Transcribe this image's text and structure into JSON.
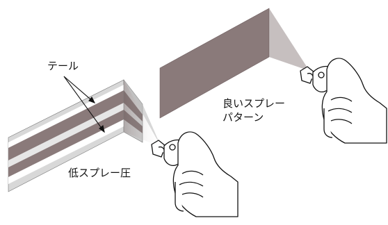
{
  "labels": {
    "tails": "テール",
    "low_pressure": "低スプレー圧",
    "good_pattern_line1": "良いスプレー",
    "good_pattern_line2": "パターン"
  },
  "colors": {
    "paint": "#8a7a7a",
    "paint_dark": "#6f5f60",
    "tail_light": "#d8d8d8",
    "stroke": "#111111"
  }
}
